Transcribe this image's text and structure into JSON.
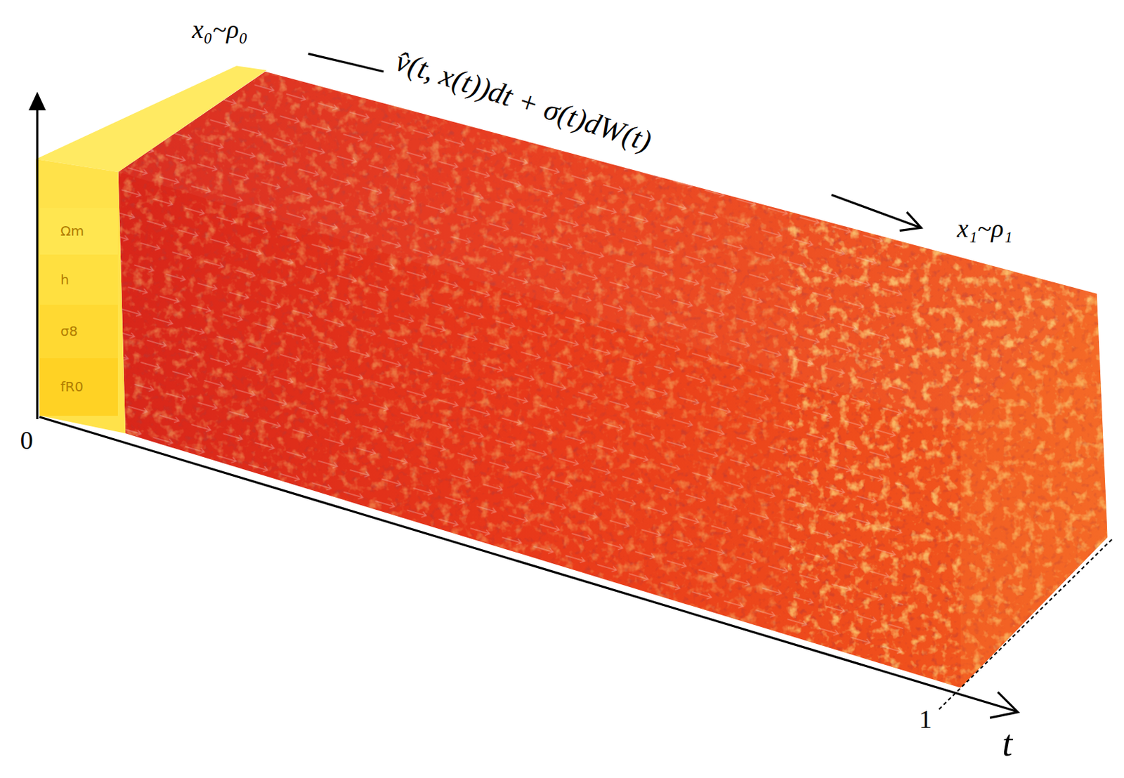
{
  "diagram": {
    "nodes": [
      {
        "text": [
          "Ωm"
        ]
      },
      {
        "text": [
          "h"
        ]
      },
      {
        "text": [
          "σ8"
        ]
      },
      {
        "text": [
          "fR0"
        ]
      }
    ],
    "labels": [
      "x₀~ρ₀",
      "v̂(t, x(t))dt + σ(t)dW(t)",
      "x₁~ρ₁",
      "0",
      "1",
      "t"
    ]
  }
}
